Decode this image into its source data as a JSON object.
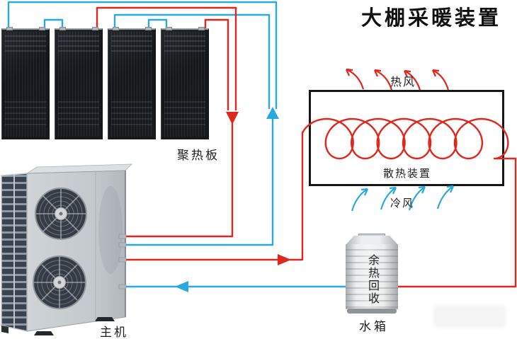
{
  "title": "大棚采暖装置",
  "colors": {
    "hot_pipe": "#e1261d",
    "cold_pipe": "#2aa8e0",
    "outline": "#161616"
  },
  "solar_collectors": {
    "count": 4,
    "label": "聚热板"
  },
  "heat_pump": {
    "label": "主机",
    "fan_count": 2
  },
  "radiator": {
    "label": "散热装置",
    "hot_air_label": "热风",
    "cold_air_label": "冷风",
    "coil_loops": 7,
    "hot_air_arrow_count": 4,
    "cold_air_arrow_count": 4
  },
  "water_tank": {
    "label": "水箱",
    "body_text": "余热回收"
  }
}
